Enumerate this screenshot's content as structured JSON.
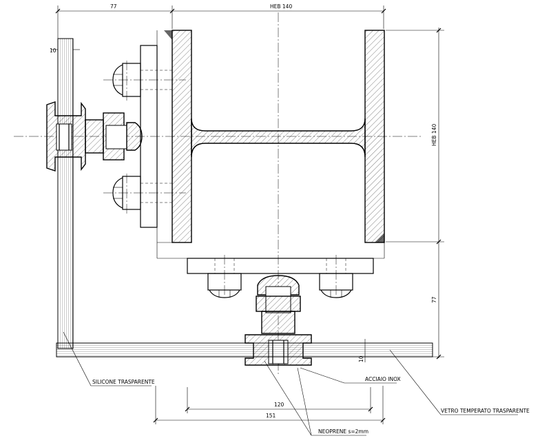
{
  "dimensions": {
    "top_left": "77",
    "top_right": "HEB 140",
    "right_vertical": "HEB 140",
    "right_lower": "77",
    "glass_thickness_left": "10",
    "glass_thickness_bottom": "10",
    "bottom_inner": "120",
    "bottom_outer": "151"
  },
  "labels": {
    "silicone": "SILICONE TRASPARENTE",
    "steel": "ACCIAIO INOX",
    "glass": "VETRO TEMPERATO TRASPARENTE",
    "neoprene": "NEOPRENE s=2mm"
  }
}
